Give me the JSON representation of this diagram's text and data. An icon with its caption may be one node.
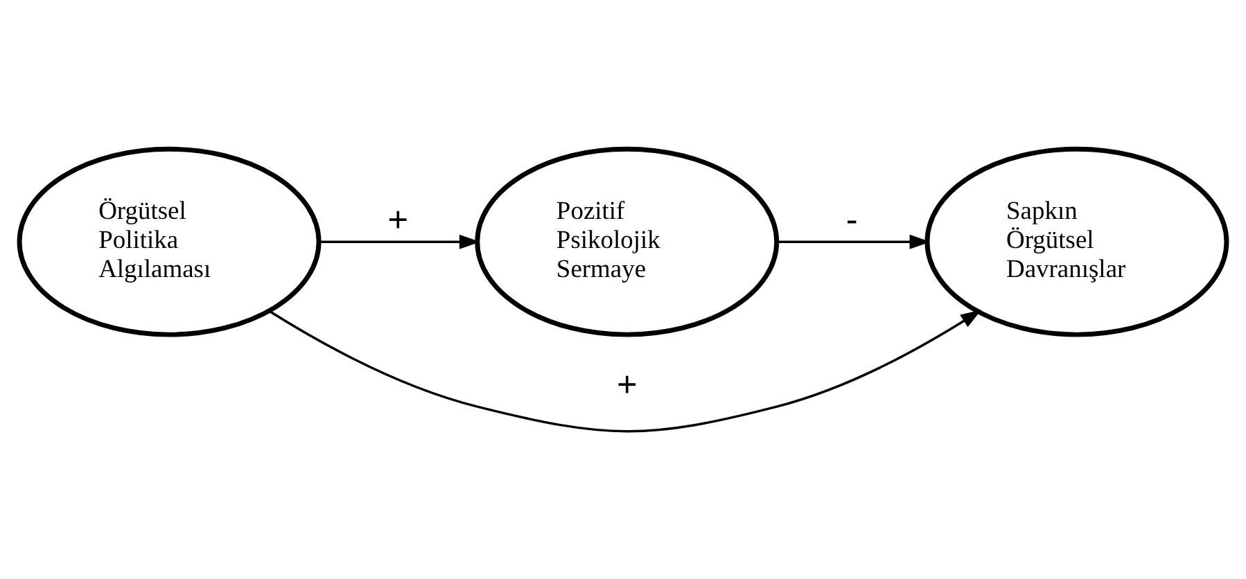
{
  "diagram": {
    "nodes": [
      {
        "text": [
          "Örgütsel Politika Algılaması"
        ]
      },
      {
        "text": [
          "Pozitif Psikolojik Sermaye"
        ]
      },
      {
        "text": [
          "Sapkın Örgütsel Davranışlar"
        ]
      }
    ],
    "edges": [
      {
        "from": 0,
        "to": 1,
        "arrow": "to",
        "label": "+"
      },
      {
        "from": 1,
        "to": 2,
        "arrow": "to",
        "label": "-"
      },
      {
        "from": 0,
        "to": 2,
        "arrow": "to",
        "label": "+"
      }
    ]
  }
}
